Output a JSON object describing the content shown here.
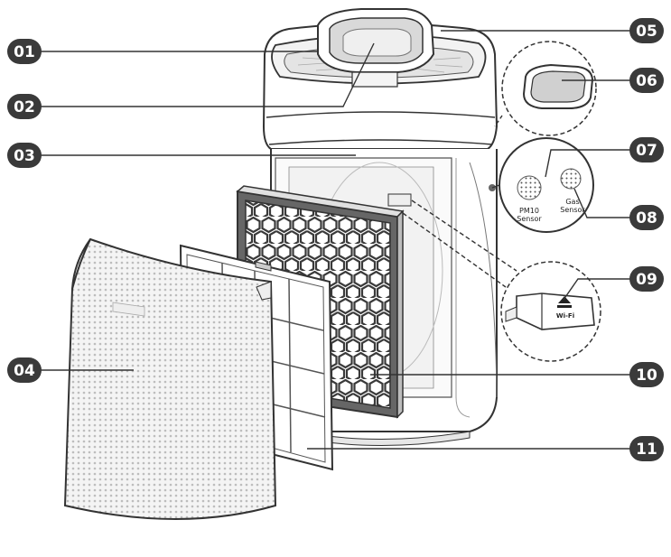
{
  "callouts": [
    {
      "id": "01",
      "label": "01"
    },
    {
      "id": "02",
      "label": "02"
    },
    {
      "id": "03",
      "label": "03"
    },
    {
      "id": "04",
      "label": "04"
    },
    {
      "id": "05",
      "label": "05"
    },
    {
      "id": "06",
      "label": "06"
    },
    {
      "id": "07",
      "label": "07"
    },
    {
      "id": "08",
      "label": "08"
    },
    {
      "id": "09",
      "label": "09"
    },
    {
      "id": "10",
      "label": "10"
    },
    {
      "id": "11",
      "label": "11"
    }
  ],
  "sensors": {
    "pm10": {
      "line1": "PM10",
      "line2": "Sensor"
    },
    "gas": {
      "line1": "Gas",
      "line2": "Sensor"
    }
  },
  "wifi": {
    "label": "Wi-Fi"
  },
  "colors": {
    "badge": "#3a3a3a",
    "outline": "#333333",
    "background": "#ffffff"
  }
}
